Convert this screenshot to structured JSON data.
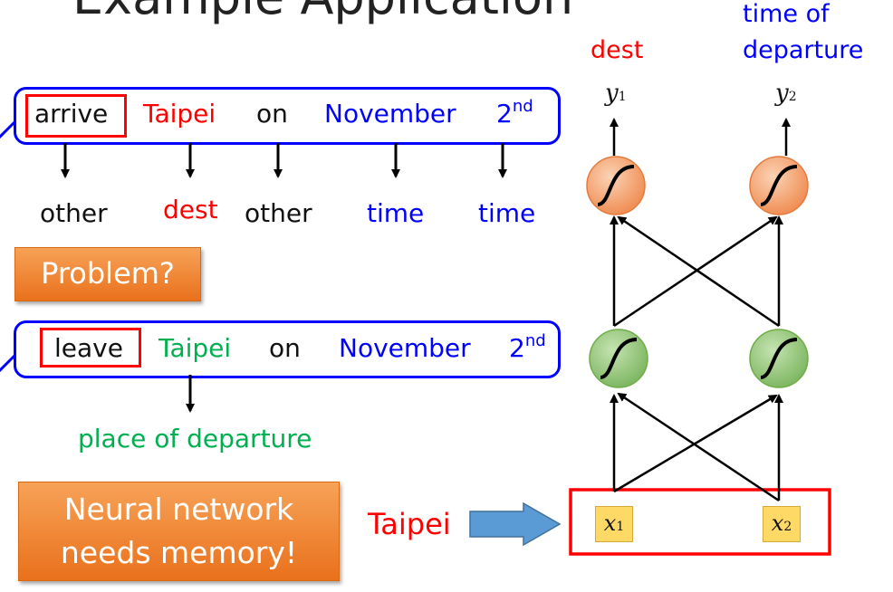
{
  "title": "Example Application",
  "sentence1": {
    "words": [
      "arrive",
      "Taipei",
      "on",
      "November",
      "2"
    ],
    "ordinal_suffix": "nd",
    "labels": [
      "other",
      "dest",
      "other",
      "time",
      "time"
    ]
  },
  "problem_button": "Problem?",
  "sentence2": {
    "words": [
      "leave",
      "Taipei",
      "on",
      "November",
      "2"
    ],
    "ordinal_suffix": "nd",
    "label": "place of departure"
  },
  "memory_button": [
    "Neural network",
    "needs memory!"
  ],
  "input_word": "Taipei",
  "network": {
    "output_labels": [
      "dest",
      "time of",
      "departure"
    ],
    "outputs": [
      {
        "sym": "y",
        "sub": "1"
      },
      {
        "sym": "y",
        "sub": "2"
      }
    ],
    "inputs": [
      {
        "sym": "x",
        "sub": "1"
      },
      {
        "sym": "x",
        "sub": "2"
      }
    ]
  },
  "colors": {
    "red": "#ff0000",
    "blue": "#0000ff",
    "green": "#00b050",
    "orange_neuron": "#f4b183",
    "green_neuron": "#a9d18e",
    "input_fill": "#ffd966",
    "arrow": "#5b9bd5"
  }
}
